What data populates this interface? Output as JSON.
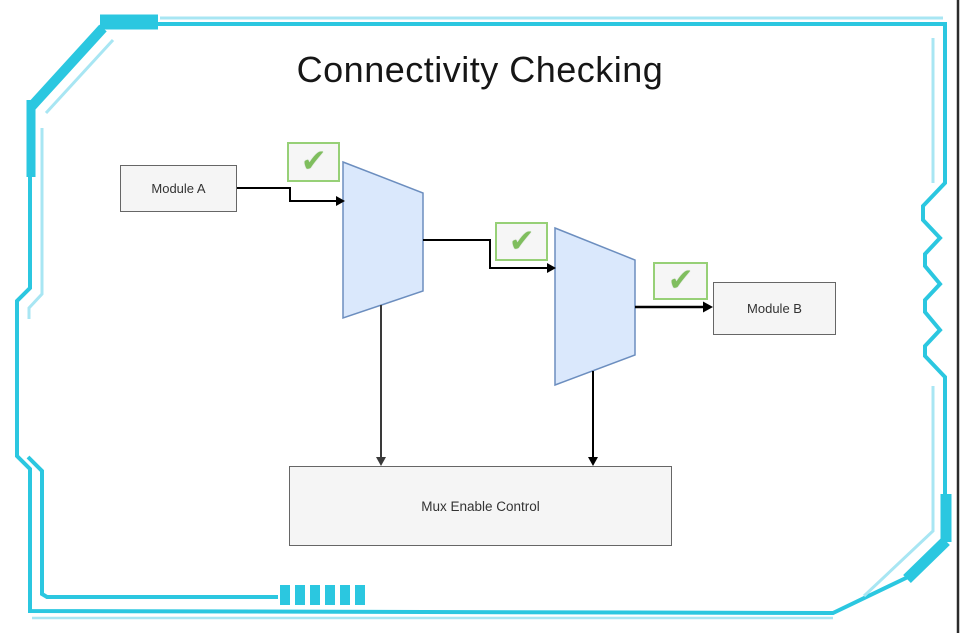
{
  "title": "Connectivity Checking",
  "nodes": {
    "module_a": {
      "label": "Module A"
    },
    "module_b": {
      "label": "Module B"
    },
    "mux_enable_control": {
      "label": "Mux Enable Control"
    }
  },
  "icons": {
    "check_glyph": "✔",
    "check_icon_name": "green-checkmark-icon",
    "mux_shape_name": "multiplexer-trapezoid"
  },
  "edges": [
    {
      "from": "module_a",
      "to": "mux1",
      "style": "elbow-arrow-black"
    },
    {
      "from": "mux1",
      "to": "mux2",
      "style": "elbow-arrow-black"
    },
    {
      "from": "mux2",
      "to": "module_b",
      "style": "straight-arrow-black"
    },
    {
      "from": "mux1",
      "to": "mux_enable_control",
      "style": "straight-arrow-gray"
    },
    {
      "from": "mux2",
      "to": "mux_enable_control",
      "style": "straight-arrow-black"
    }
  ],
  "colors": {
    "frame_main": "#2BC7E0",
    "frame_light": "#A8E6F3",
    "mux_fill": "#DAE8FC",
    "mux_stroke": "#6C8EBF",
    "node_fill": "#F5F5F5",
    "node_stroke": "#666666",
    "check_border": "#97D077",
    "check_green": "#7FBE5E",
    "arrow_black": "#000000",
    "arrow_gray": "#3A3A3A",
    "right_edge_dark": "#2B2B2B"
  }
}
